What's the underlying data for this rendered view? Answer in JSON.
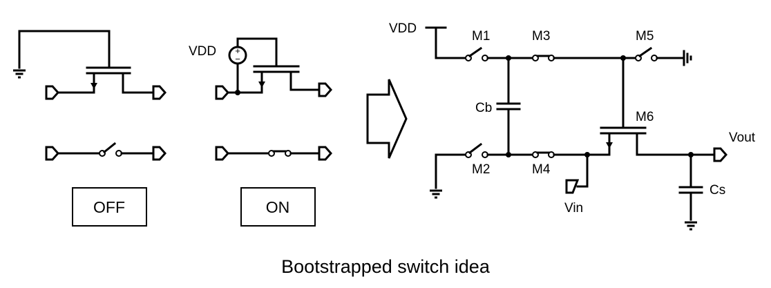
{
  "labels": {
    "vdd_left": "VDD",
    "vdd_right": "VDD",
    "off": "OFF",
    "on": "ON",
    "m1": "M1",
    "m2": "M2",
    "m3": "M3",
    "m4": "M4",
    "m5": "M5",
    "m6": "M6",
    "cb": "Cb",
    "cs": "Cs",
    "vin": "Vin",
    "vout": "Vout",
    "battery_plus": "+",
    "battery_minus": "−"
  },
  "caption": "Bootstrapped switch idea"
}
